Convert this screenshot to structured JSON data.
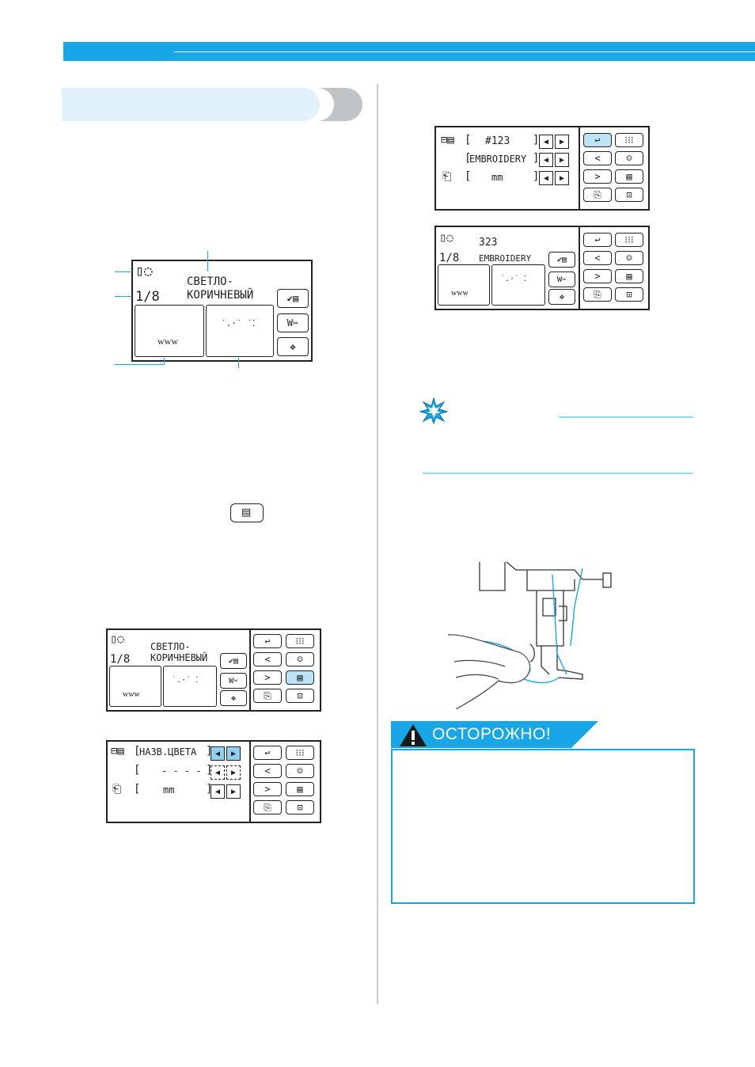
{
  "screen1": {
    "line1": "СВЕТЛО-",
    "line2": "КОРИЧНЕВЫЙ",
    "count": "1/8"
  },
  "screen2": {
    "line1": "СВЕТЛО-",
    "line2": "КОРИЧНЕВЫЙ",
    "count": "1/8"
  },
  "screen3": {
    "field1": "НАЗВ.ЦВЕТА",
    "field2": "- - - -",
    "field3": "mm"
  },
  "screen4": {
    "field1": "#123",
    "field2": "EMBROIDERY",
    "field3": "mm"
  },
  "screen5": {
    "number": "323",
    "count": "1/8",
    "brand": "EMBROIDERY"
  },
  "caution": {
    "title": "ОСТОРОЖНО!"
  },
  "colors": {
    "accent": "#17a7e8",
    "highlight": "#bde3f6"
  }
}
